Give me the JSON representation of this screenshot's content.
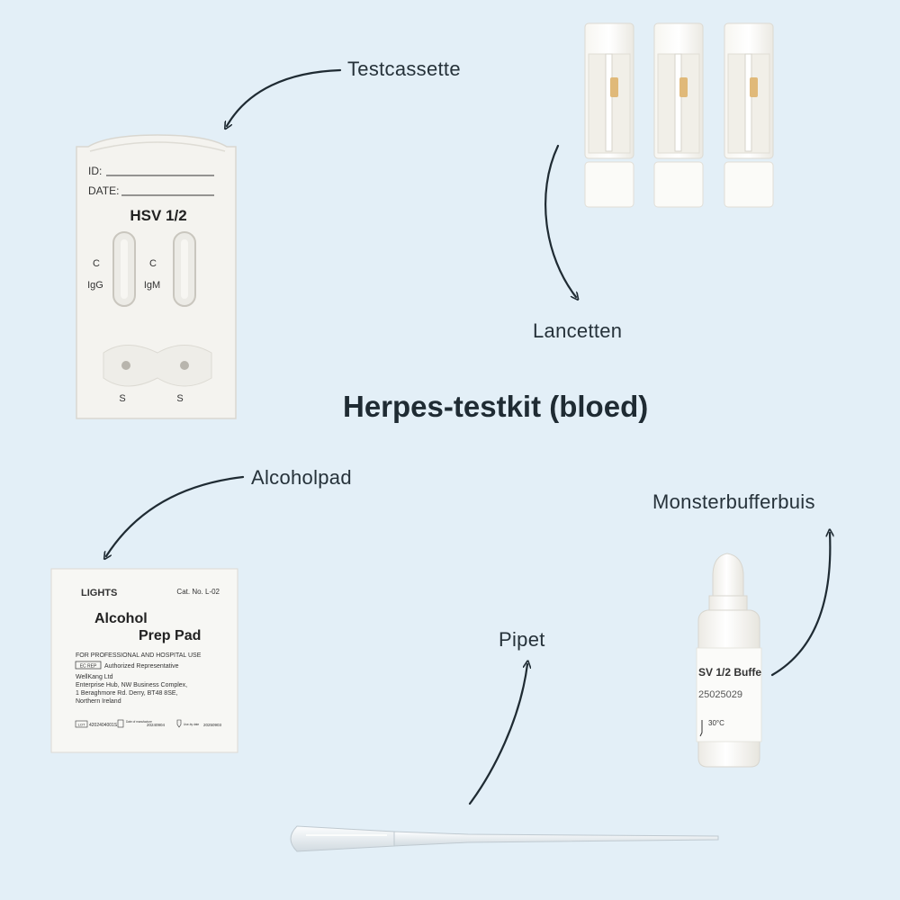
{
  "title": "Herpes-testkit (bloed)",
  "labels": {
    "testcassette": "Testcassette",
    "lancetten": "Lancetten",
    "alcoholpad": "Alcoholpad",
    "monsterbufferbuis": "Monsterbufferbuis",
    "pipet": "Pipet"
  },
  "cassette": {
    "id": "ID:",
    "date": "DATE:",
    "name": "HSV 1/2",
    "c_left": "C",
    "c_right": "C",
    "igg": "IgG",
    "igm": "IgM",
    "s_left": "S",
    "s_right": "S"
  },
  "pad": {
    "brand": "LIGHTS",
    "cat": "Cat. No. L-02",
    "line1": "Alcohol",
    "line2": "Prep Pad",
    "use": "FOR PROFESSIONAL AND HOSPITAL USE",
    "rep_badge": "EC REP",
    "rep": "Authorized Representative",
    "addr1": "WellKang Ltd",
    "addr2": "Enterprise Hub, NW Business Complex,",
    "addr3": "1 Beraghmore Rd. Derry, BT48 8SE,",
    "addr4": "Northern Ireland",
    "lot": "LOT",
    "lot_val": "4202404001S",
    "mfg_lbl": "Date of manufacture",
    "mfg_val": "20240904",
    "exp_lbl": "Use-by date",
    "exp_val": "20250903"
  },
  "vial": {
    "label1": "SV 1/2 Buffe",
    "label2": "25025029",
    "temp": "30°C"
  },
  "colors": {
    "background": "#e3eff7",
    "arrow": "#1f2b33",
    "device": "#f4f3ef"
  }
}
